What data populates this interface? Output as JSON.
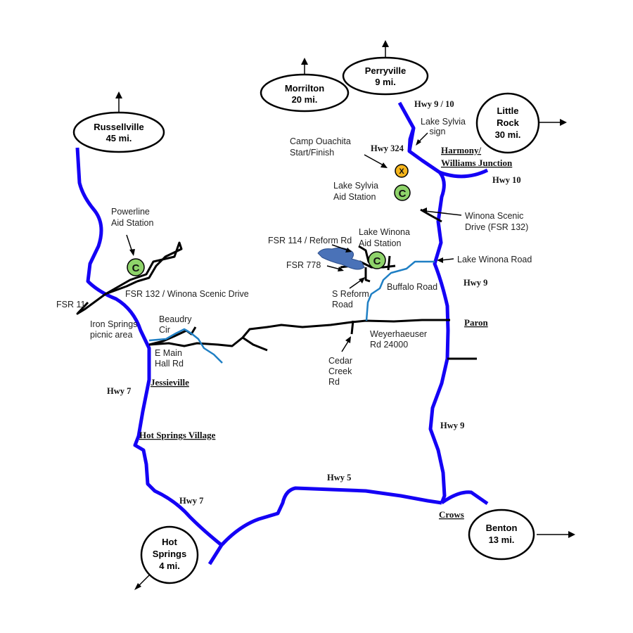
{
  "cities": {
    "russellville": [
      "Russellville",
      "45 mi."
    ],
    "morrilton": [
      "Morrilton",
      "20 mi."
    ],
    "perryville": [
      "Perryville",
      "9 mi."
    ],
    "little_rock": [
      "Little",
      "Rock",
      "30 mi."
    ],
    "benton": [
      "Benton",
      "13 mi."
    ],
    "hot_springs": [
      "Hot",
      "Springs",
      "4 mi."
    ]
  },
  "towns": {
    "harmony": [
      "Harmony/",
      "Williams Junction"
    ],
    "paron": "Paron",
    "jessieville": "Jessieville",
    "hot_springs_village": "Hot Springs Village",
    "crows": "Crows"
  },
  "highways": {
    "hwy9_10": "Hwy 9 / 10",
    "hwy324": "Hwy 324",
    "hwy10": "Hwy 10",
    "hwy9_a": "Hwy 9",
    "hwy9_b": "Hwy 9",
    "hwy5": "Hwy 5",
    "hwy7_a": "Hwy 7",
    "hwy7_b": "Hwy 7"
  },
  "labels": {
    "lake_sylvia_sign": [
      "Lake Sylvia",
      "sign"
    ],
    "camp_ouachita": [
      "Camp Ouachita",
      "Start/Finish"
    ],
    "lake_sylvia_aid": [
      "Lake Sylvia",
      "Aid Station"
    ],
    "winona_scenic": [
      "Winona Scenic",
      "Drive (FSR 132)"
    ],
    "powerline_aid": [
      "Powerline",
      "Aid Station"
    ],
    "fsr114": "FSR 114 / Reform Rd",
    "lake_winona_aid": [
      "Lake Winona",
      "Aid Station"
    ],
    "fsr778": "FSR 778",
    "lake_winona_road": "Lake Winona Road",
    "s_reform": [
      "S Reform",
      "Road"
    ],
    "buffalo_road": "Buffalo Road",
    "fsr132_winona": "FSR 132 / Winona Scenic Drive",
    "fsr11": "FSR 11",
    "iron_springs": [
      "Iron Springs",
      "picnic area"
    ],
    "beaudry": [
      "Beaudry",
      "Cir"
    ],
    "e_main_hall": [
      "E Main",
      "Hall Rd"
    ],
    "weyerhaeuser": [
      "Weyerhaeuser",
      "Rd 24000"
    ],
    "cedar_creek": [
      "Cedar",
      "Creek",
      "Rd"
    ]
  },
  "markers": {
    "start_symbol": "X",
    "aid_symbol": "C",
    "start_color": "#f5b51c",
    "aid_color": "#8ed36a"
  },
  "colors": {
    "highway": "#1400f5",
    "forest_road": "#000000",
    "stream": "#1f7fc4",
    "lake": "#4a72b8"
  }
}
